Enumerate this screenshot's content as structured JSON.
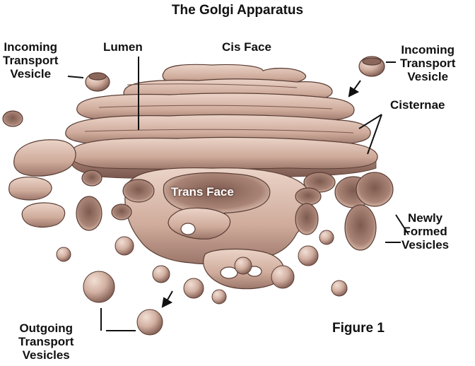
{
  "title": "The Golgi Apparatus",
  "labels": {
    "incoming_left": [
      "Incoming",
      "Transport",
      "Vesicle"
    ],
    "lumen": "Lumen",
    "cis_face": "Cis Face",
    "incoming_right": [
      "Incoming",
      "Transport",
      "Vesicle"
    ],
    "cisternae": "Cisternae",
    "trans_face": "Trans Face",
    "newly_formed": [
      "Newly",
      "Formed",
      "Vesicles"
    ],
    "outgoing": [
      "Outgoing",
      "Transport",
      "Vesicles"
    ],
    "figure": "Figure 1"
  },
  "colors": {
    "membrane_light": "#e2c6b8",
    "membrane_mid": "#c9a595",
    "membrane_dark": "#8a665b",
    "outline": "#5a3d34",
    "text": "#111111"
  }
}
